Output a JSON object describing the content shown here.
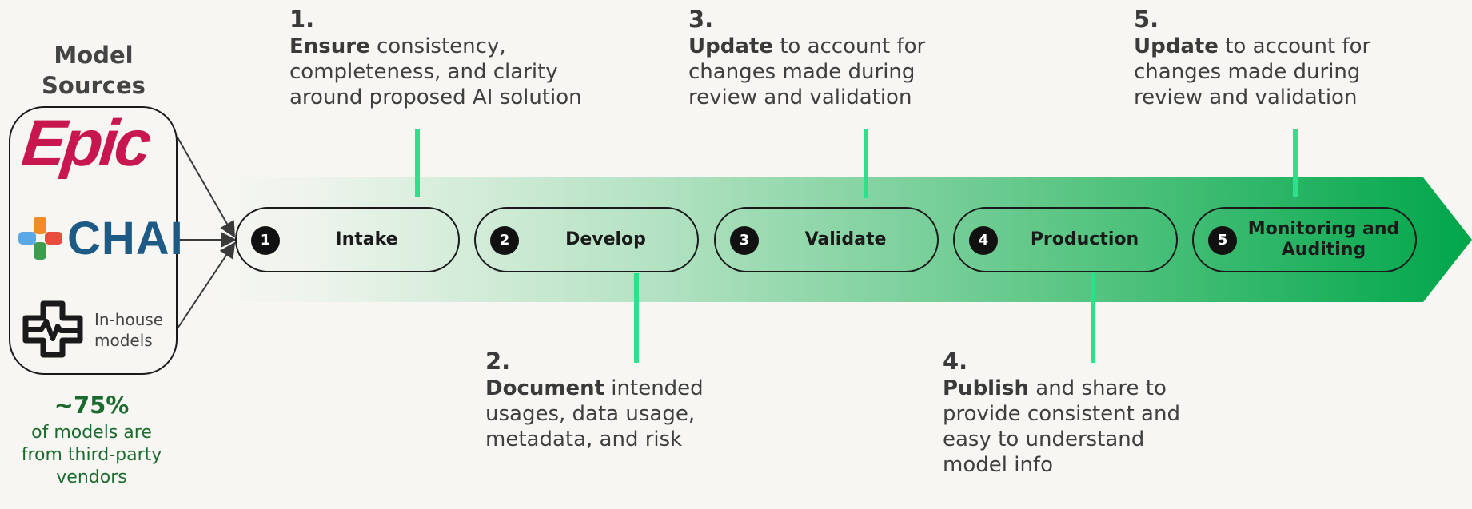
{
  "sources": {
    "title": "Model Sources",
    "epic": "Epic",
    "chai": "CHAI",
    "inhouse": "In-house models"
  },
  "stat": {
    "value": "~75%",
    "description": "of models are from third-party vendors"
  },
  "colors": {
    "band_start": "#f7f6f2",
    "band_end": "#00a64a",
    "connector": "#2ee089",
    "epic_red": "#c8174f",
    "chai_blue": "#1d5b86",
    "stat_green": "#1b6b2e"
  },
  "steps": [
    {
      "num": "1",
      "label": "Intake"
    },
    {
      "num": "2",
      "label": "Develop"
    },
    {
      "num": "3",
      "label": "Validate"
    },
    {
      "num": "4",
      "label": "Production"
    },
    {
      "num": "5",
      "label": "Monitoring and Auditing"
    }
  ],
  "notes": [
    {
      "num": "1.",
      "bold": "Ensure",
      "rest": " consistency, completeness, and clarity around proposed AI solution"
    },
    {
      "num": "2.",
      "bold": "Document",
      "rest": " intended usages, data usage, metadata, and risk"
    },
    {
      "num": "3.",
      "bold": "Update",
      "rest": " to account for changes made during review and validation"
    },
    {
      "num": "4.",
      "bold": "Publish",
      "rest": " and share to provide consistent and easy to understand model info"
    },
    {
      "num": "5.",
      "bold": "Update",
      "rest": " to account for changes made during review and validation"
    }
  ]
}
